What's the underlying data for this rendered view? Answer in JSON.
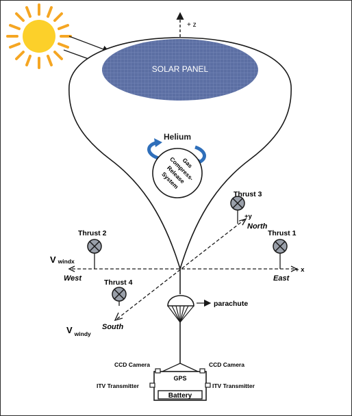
{
  "labels": {
    "z_axis": "+ z",
    "solar_panel": "SOLAR PANEL",
    "helium": "Helium",
    "gas_system_line1": "Gas",
    "gas_system_line2": "Compress-",
    "gas_system_line3": "Release",
    "gas_system_line4": "System",
    "thrust1": "Thrust 1",
    "thrust2": "Thrust 2",
    "thrust3": "Thrust 3",
    "thrust4": "Thrust 4",
    "y_axis": "+y",
    "north": "North",
    "x_axis": "+ x",
    "east": "East",
    "west": "West",
    "south": "South",
    "v_windx_main": "V",
    "v_windx_sub": "windx",
    "v_windy_main": "V",
    "v_windy_sub": "windy",
    "parachute": "parachute",
    "ccd_camera_left": "CCD Camera",
    "ccd_camera_right": "CCD Camera",
    "gps": "GPS",
    "itv_left": "ITV Transmitter",
    "itv_right": "ITV Transmitter",
    "battery": "Battery"
  },
  "colors": {
    "sun_rays": "#f5a623",
    "sun_core": "#fcd02a",
    "solar_panel": "#5c6fa3",
    "rotation_arrows": "#2f6fba",
    "line": "#1a1a1a"
  },
  "icons": {
    "sun": "sun-icon",
    "thruster": "crossed-circle-thruster-icon",
    "parachute": "parachute-icon"
  }
}
